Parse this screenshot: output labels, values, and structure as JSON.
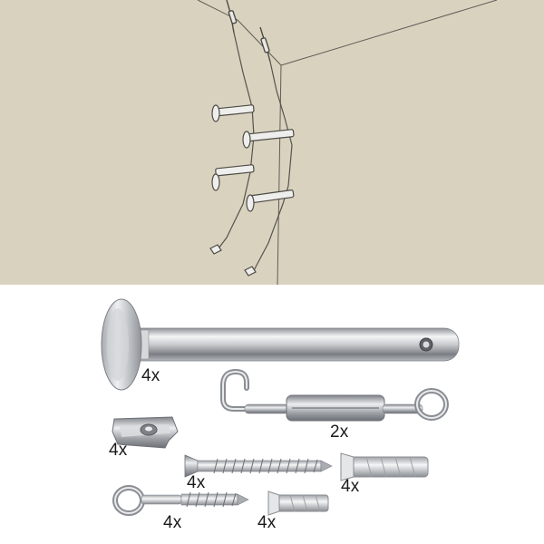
{
  "colors": {
    "wall": "#d9d2bf",
    "line": "#5a5850",
    "metal_light": "#f2f3f4",
    "metal_mid": "#b9bcc0",
    "metal_dark": "#6d7076"
  },
  "parts": {
    "standoff_qty": "4x",
    "turnbuckle_qty": "2x",
    "clamp_qty": "4x",
    "screw_qty": "4x",
    "anchor_large_qty": "4x",
    "eye_screw_qty": "4x",
    "anchor_small_qty": "4x"
  }
}
